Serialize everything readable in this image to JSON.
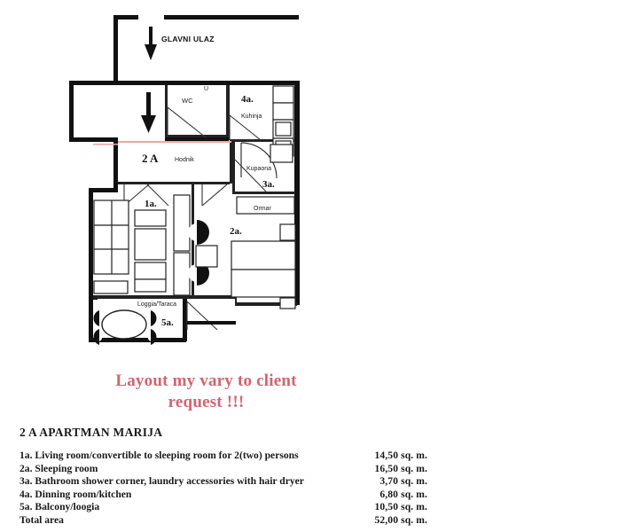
{
  "plan": {
    "entrance": {
      "label": "GLAVNI ULAZ",
      "arrow_icon": "down-arrow-icon"
    },
    "apartment_tag": "2 A",
    "rooms": [
      {
        "key": "hallway",
        "number": "",
        "name": "Hodnik"
      },
      {
        "key": "wc",
        "number": "",
        "name": "WC"
      },
      {
        "key": "wc_unit",
        "number": "",
        "name": "U"
      },
      {
        "key": "kitchen",
        "number": "4a.",
        "name": "Kuhinja"
      },
      {
        "key": "bathroom",
        "number": "3a.",
        "name": "Kupaona"
      },
      {
        "key": "wardrobe",
        "number": "",
        "name": "Ormar"
      },
      {
        "key": "living_room",
        "number": "1a.",
        "name": ""
      },
      {
        "key": "sleeping_room",
        "number": "2a.",
        "name": ""
      },
      {
        "key": "balcony",
        "number": "5a.",
        "name": "Loggia/Taraca"
      }
    ],
    "colors": {
      "wall": "#111111",
      "partition": "#222222",
      "furniture": "#3a3a3a",
      "threshold": "#e8a9a3",
      "paper": "#ffffff"
    }
  },
  "disclaimer": {
    "line1": "Layout my vary to client",
    "line2": "request !!!",
    "color": "#d4636e"
  },
  "legend": {
    "title": "2 A  APARTMAN MARIJA",
    "rows": [
      {
        "label": "1a. Living room/convertible to sleeping room for 2(two) persons",
        "area": "14,50 sq. m."
      },
      {
        "label": "2a. Sleeping room",
        "area": "16,50 sq. m."
      },
      {
        "label": "3a. Bathroom shower corner, laundry accessories with hair dryer",
        "area": "3,70 sq. m."
      },
      {
        "label": "4a. Dinning room/kitchen",
        "area": "6,80 sq. m."
      },
      {
        "label": "5a. Balcony/loogia",
        "area": "10,50 sq. m."
      },
      {
        "label": "Total area",
        "area": "52,00 sq. m."
      }
    ]
  }
}
